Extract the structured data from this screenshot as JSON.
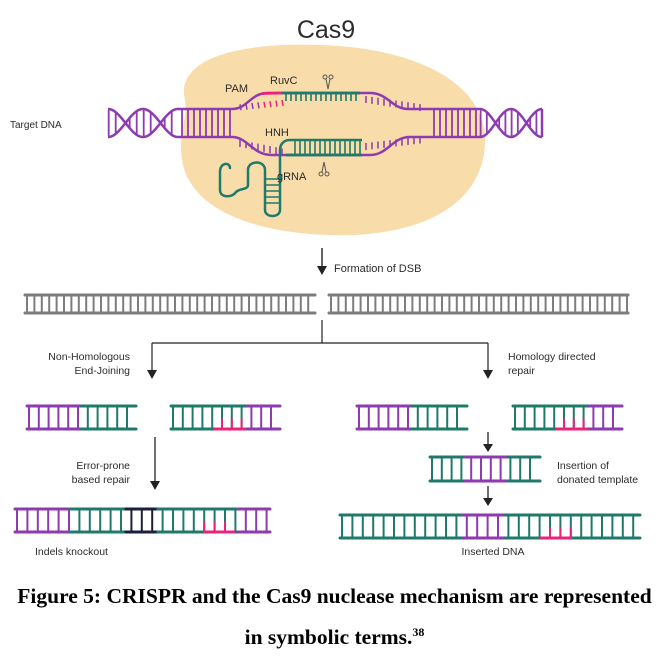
{
  "title": "Cas9",
  "labels": {
    "target_dna": "Target DNA",
    "pam": "PAM",
    "ruvc": "RuvC",
    "hnh": "HNH",
    "grna": "gRNA",
    "formation_dsb": "Formation of DSB",
    "nhej_line1": "Non-Homologous",
    "nhej_line2": "End-Joining",
    "hdr_line1": "Homology directed",
    "hdr_line2": "repair",
    "error_line1": "Error-prone",
    "error_line2": "based repair",
    "insertion_line1": "Insertion of",
    "insertion_line2": "donated template",
    "indels": "Indels knockout",
    "inserted": "Inserted DNA"
  },
  "caption": {
    "line1": "Figure 5: CRISPR and the Cas9 nuclease mechanism are represented",
    "line2": "in symbolic terms.",
    "reference": "38"
  },
  "colors": {
    "purple": "#8e3ab0",
    "teal": "#1f7a6a",
    "pink": "#e8237a",
    "navy": "#1c1e3c",
    "gray": "#7d7d7d",
    "cas9_body": "#f8dcaa",
    "arrow": "#222222"
  },
  "segments": {
    "nhej_fragment_left": [
      [
        "purple",
        0.5
      ],
      [
        "teal",
        0.5
      ]
    ],
    "nhej_fragment_right": [
      [
        "teal",
        0.7
      ],
      [
        "purple",
        0.3
      ]
    ],
    "hdr_fragment_left": [
      [
        "purple",
        0.5
      ],
      [
        "teal",
        0.5
      ]
    ],
    "hdr_fragment_right": [
      [
        "teal",
        0.7
      ],
      [
        "purple",
        0.3
      ]
    ],
    "indels_result": [
      [
        "purple",
        0.215
      ],
      [
        "teal",
        0.22
      ],
      [
        "navy",
        0.125
      ],
      [
        "teal",
        0.315
      ],
      [
        "purple",
        0.125
      ]
    ],
    "donor_template": [
      [
        "teal",
        0.32
      ],
      [
        "purple",
        0.39
      ],
      [
        "teal",
        0.29
      ]
    ],
    "inserted_result": [
      [
        "teal",
        0.41
      ],
      [
        "purple",
        0.14
      ],
      [
        "teal",
        0.45
      ]
    ]
  }
}
